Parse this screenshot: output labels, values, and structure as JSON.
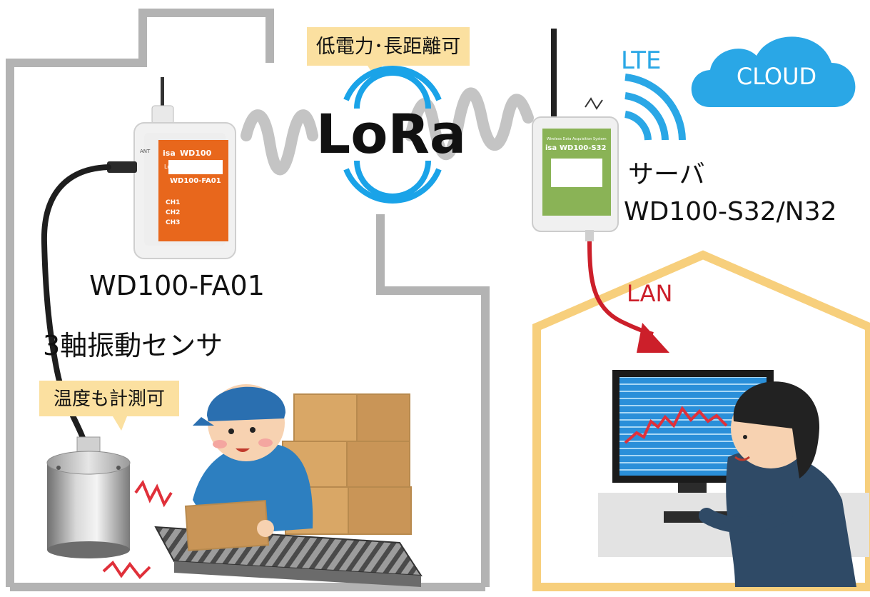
{
  "lora_bubble": "低電力･長距離可",
  "lora_logo": "LoRa",
  "lte_label": "LTE",
  "cloud_label": "CLOUD",
  "server": {
    "title": "サーバ",
    "model": "WD100-S32/N32",
    "device_brand": "isa",
    "device_label": "WD100-S32",
    "device_subtitle": "Wireless Data Acquisition System"
  },
  "transmitter": {
    "model": "WD100-FA01",
    "device_brand": "isa",
    "device_label": "WD100",
    "panel_title": "LoRa 振動解析装置",
    "panel_model": "WD100-FA01",
    "ch_labels": [
      "CH1",
      "CH2",
      "CH3"
    ],
    "ant_label": "ANT"
  },
  "sensor": {
    "label": "3軸振動センサ",
    "bubble": "温度も計測可"
  },
  "lan_label": "LAN",
  "colors": {
    "wall_gray": "#b3b3b3",
    "house_outline": "#f7cf7c",
    "bubble_fill": "#fbe0a0",
    "lora_blue": "#1aa3e8",
    "cloud_blue": "#2aa7e6",
    "lan_red": "#cc1f2a",
    "orange_panel": "#e8671c",
    "green_panel": "#8ab356",
    "monitor_blue": "#2a8fd9",
    "chart_red": "#e0303a"
  }
}
